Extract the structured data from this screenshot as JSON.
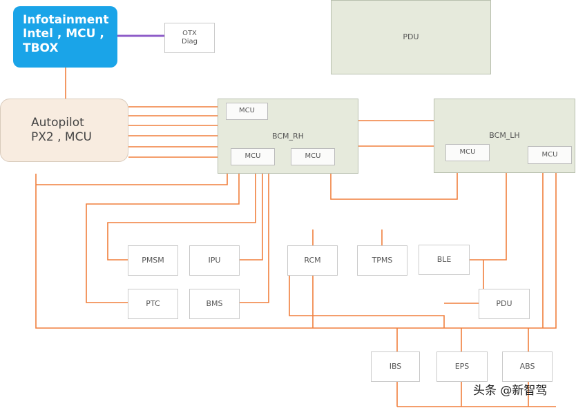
{
  "infotainment": {
    "text": "Infotainment\nIntel , MCU ,\nTBOX"
  },
  "diag": {
    "text": "OTX\nDiag"
  },
  "pdu_top": {
    "text": "PDU"
  },
  "autopilot": {
    "text": "Autopilot\nPX2 , MCU"
  },
  "bcm_rh": {
    "label": "BCM_RH",
    "mcu_top": "MCU",
    "mcu_left": "MCU",
    "mcu_right": "MCU"
  },
  "bcm_lh": {
    "label": "BCM_LH",
    "mcu_left": "MCU",
    "mcu_right": "MCU"
  },
  "modules": {
    "pmsm": "PMSM",
    "ipu": "IPU",
    "rcm": "RCM",
    "tpms": "TPMS",
    "ble": "BLE",
    "ptc": "PTC",
    "bms": "BMS",
    "pdu_low": "PDU",
    "ibs": "IBS",
    "eps": "EPS",
    "abs": "ABS"
  },
  "watermark": "头条 @新智驾",
  "colors": {
    "wire": "#f07f3c",
    "diag_link": "#8e5cc8",
    "infotainment": "#1aa4e8",
    "bcm": "#e6eadc",
    "autopilot": "#f8ece0"
  }
}
